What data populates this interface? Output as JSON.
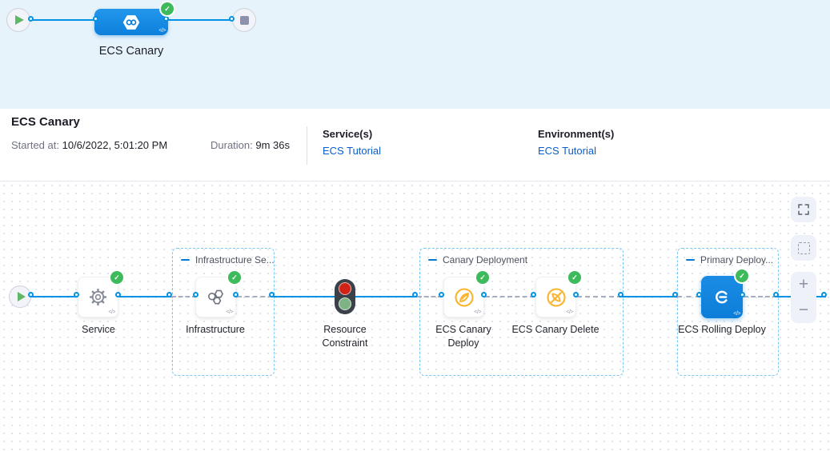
{
  "minimap": {
    "stage_label": "ECS Canary",
    "code_glyph": "</>",
    "check_glyph": "✓"
  },
  "infobar": {
    "title": "ECS Canary",
    "started_label": "Started at:",
    "started_value": "10/6/2022, 5:01:20 PM",
    "duration_label": "Duration:",
    "duration_value": "9m 36s",
    "services_label": "Service(s)",
    "services_value": "ECS Tutorial",
    "environments_label": "Environment(s)",
    "environments_value": "ECS Tutorial"
  },
  "graph": {
    "groups": [
      {
        "label": "Infrastructure Se..."
      },
      {
        "label": "Canary Deployment"
      },
      {
        "label": "Primary Deploy..."
      }
    ],
    "nodes": [
      {
        "label": "Service"
      },
      {
        "label": "Infrastructure"
      },
      {
        "label": "Resource Constraint"
      },
      {
        "label": "ECS Canary Deploy"
      },
      {
        "label": "ECS Canary Delete"
      },
      {
        "label": "ECS Rolling Deploy"
      }
    ],
    "code_glyph": "</>",
    "check_glyph": "✓"
  },
  "controls": {
    "zoom_in": "+",
    "zoom_out": "−"
  },
  "colors": {
    "accent_blue": "#0092e4",
    "node_blue": "#0d80dc",
    "success_green": "#3dba5b",
    "canary_yellow": "#fbb32c",
    "link_blue": "#0a5dd0",
    "band_blue": "#e7f3fb"
  }
}
